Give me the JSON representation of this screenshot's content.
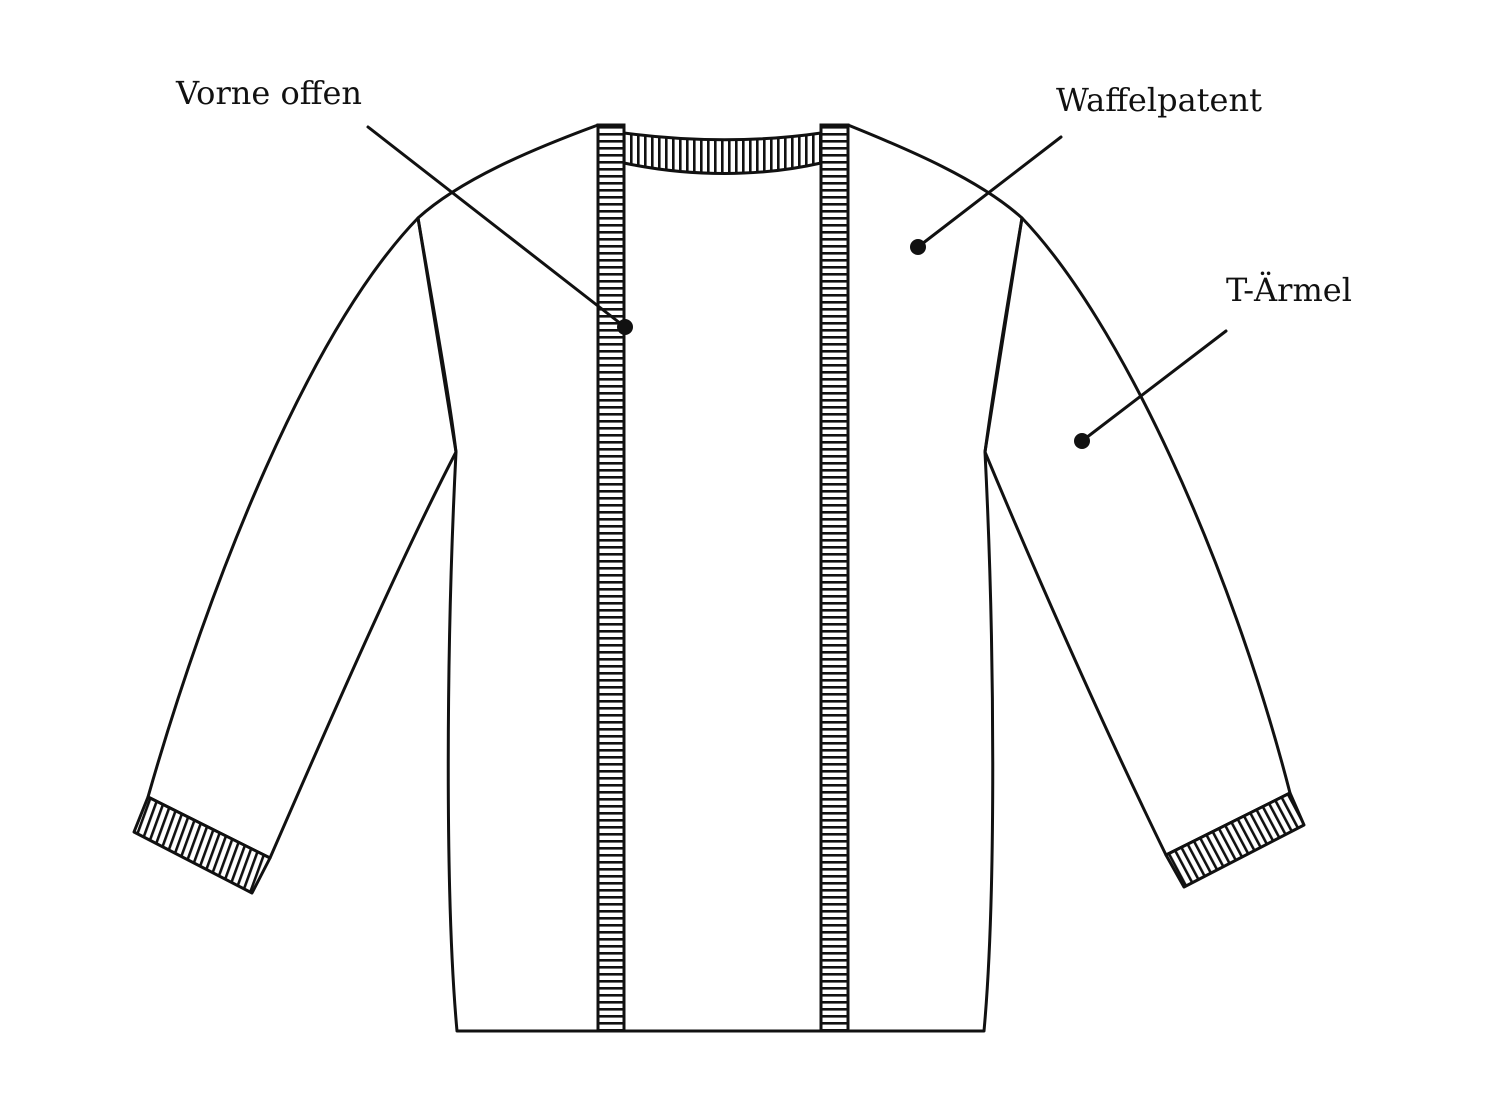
{
  "labels": {
    "front_open": "Vorne offen",
    "waffle_stitch": "Waffelpatent",
    "sleeve_type": "T-Ärmel"
  },
  "colors": {
    "line": "#111111",
    "background": "#ffffff"
  },
  "icons": {
    "callout_dot": "filled-circle"
  }
}
